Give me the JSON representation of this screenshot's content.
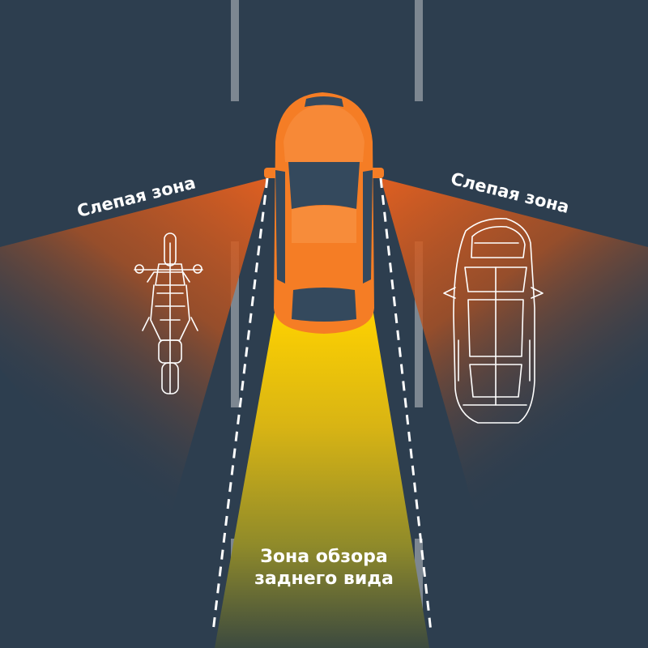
{
  "labels": {
    "blind_zone_left": "Слепая зона",
    "blind_zone_right": "Слепая зона",
    "rear_view_line1": "Зона обзора",
    "rear_view_line2": "заднего вида"
  },
  "colors": {
    "road": "#2d3e4f",
    "lane_marking": "#7d8791",
    "car_body": "#f57d25",
    "car_glass": "#34495d",
    "blind_zone": "#e8611f",
    "rear_zone_top": "#ffd200",
    "rear_zone_bottom": "#3f4d3f",
    "outline": "#ffffff"
  },
  "icons": {
    "motorcycle": "motorcycle-icon",
    "parked_car": "car-outline-icon",
    "main_car": "car-top-view-icon"
  }
}
